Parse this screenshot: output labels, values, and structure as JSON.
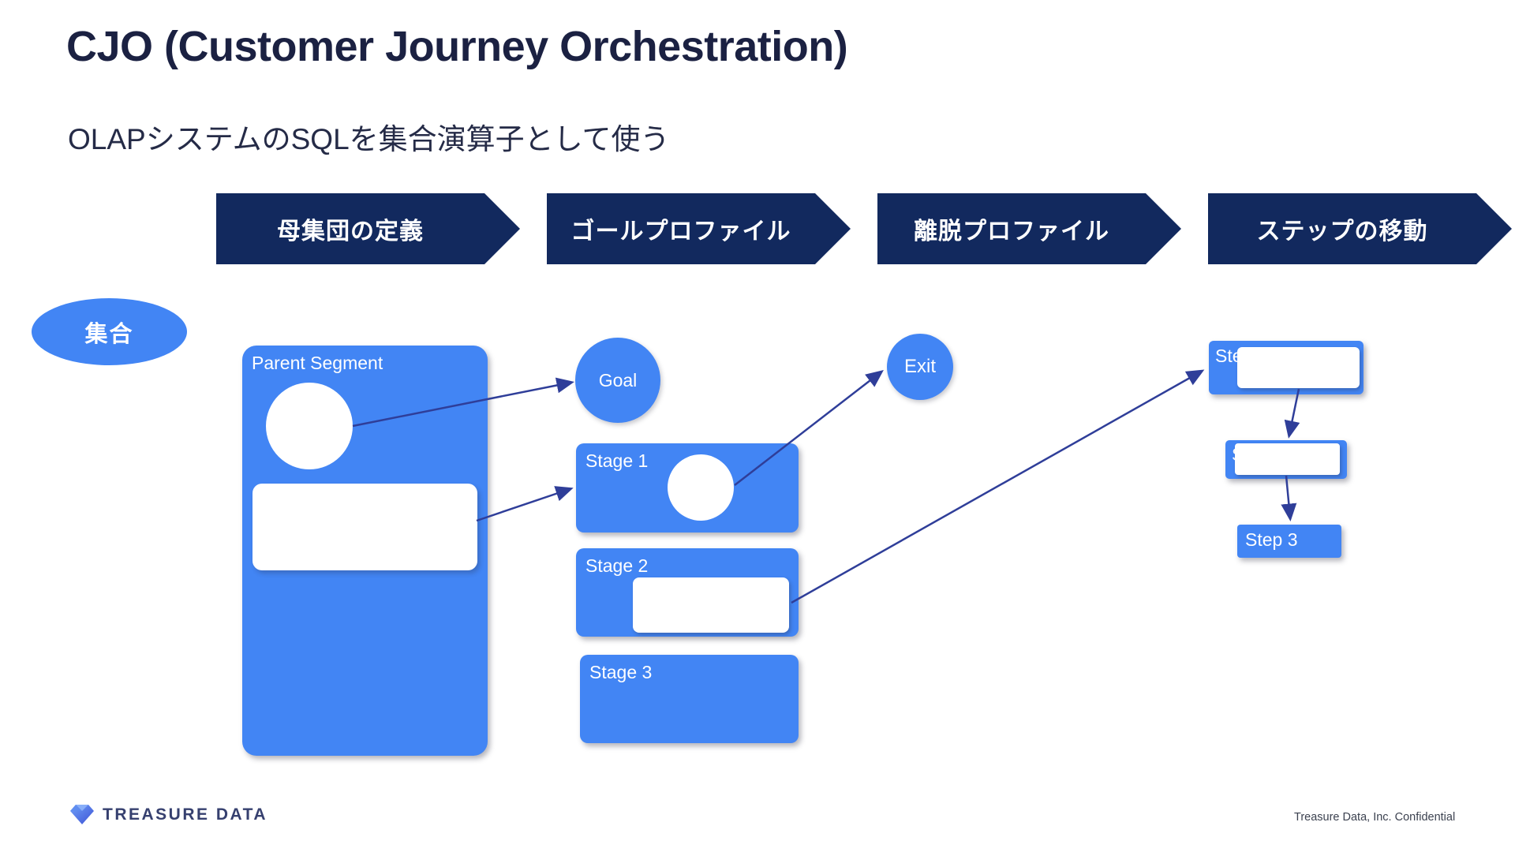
{
  "slide": {
    "title": "CJO (Customer Journey Orchestration)",
    "subtitle": "OLAPシステムのSQLを集合演算子として使う"
  },
  "process_steps": [
    {
      "label": "母集団の定義"
    },
    {
      "label": "ゴールプロファイル"
    },
    {
      "label": "離脱プロファイル"
    },
    {
      "label": "ステップの移動"
    }
  ],
  "set_ellipse": {
    "label": "集合"
  },
  "diagram": {
    "parent_segment": {
      "label": "Parent Segment"
    },
    "goal": {
      "label": "Goal"
    },
    "exit": {
      "label": "Exit"
    },
    "stages": [
      {
        "label": "Stage 1"
      },
      {
        "label": "Stage 2"
      },
      {
        "label": "Stage 3"
      }
    ],
    "steps": [
      {
        "label": "Step 1"
      },
      {
        "label": "Step 2"
      },
      {
        "label": "Step 3"
      }
    ]
  },
  "footer": {
    "logo_text": "TREASURE DATA",
    "confidential": "Treasure Data, Inc. Confidential"
  },
  "colors": {
    "accent_blue": "#4285F4",
    "navy": "#12295E",
    "arrow": "#2F3E99",
    "title_text": "#1B2142"
  }
}
